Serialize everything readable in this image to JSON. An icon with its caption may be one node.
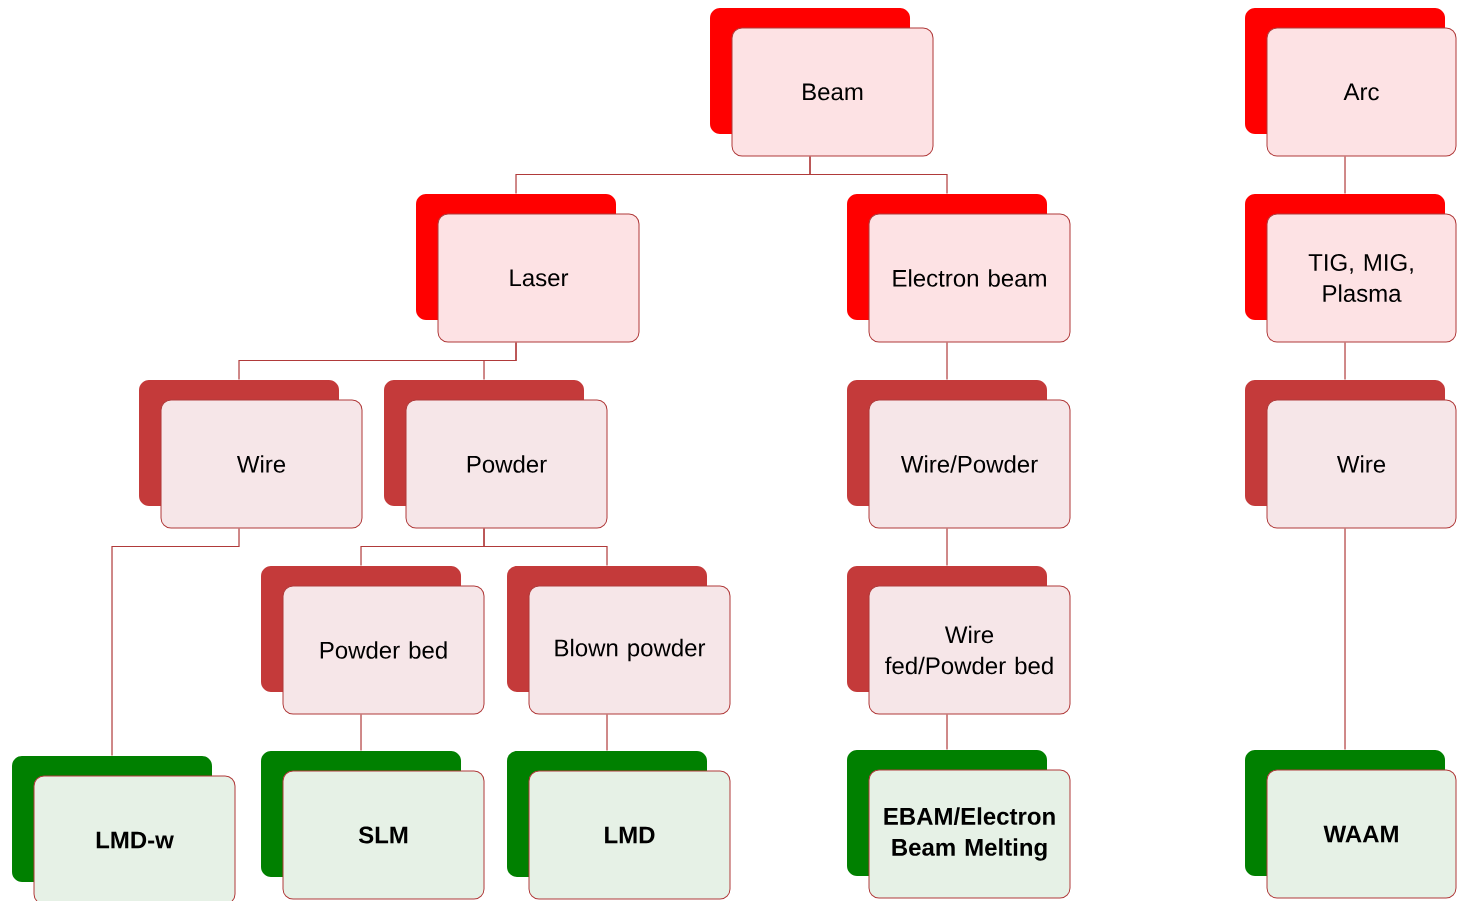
{
  "diagram": {
    "nodes": [
      {
        "text": [
          "Beam"
        ]
      },
      {
        "text": [
          "Arc"
        ]
      },
      {
        "text": [
          "Laser"
        ]
      },
      {
        "text": [
          "Electron beam"
        ]
      },
      {
        "text": [
          "TIG, MIG, Plasma"
        ]
      },
      {
        "text": [
          "Wire"
        ]
      },
      {
        "text": [
          "Powder"
        ]
      },
      {
        "text": [
          "Wire/Powder"
        ]
      },
      {
        "text": [
          "Wire"
        ]
      },
      {
        "text": [
          "Powder bed"
        ]
      },
      {
        "text": [
          "Blown powder"
        ]
      },
      {
        "text": [
          "Wire fed/Powder bed"
        ]
      },
      {
        "text": [
          "LMD-w"
        ]
      },
      {
        "text": [
          "SLM"
        ]
      },
      {
        "text": [
          "LMD"
        ]
      },
      {
        "text": [
          "EBAM/Electron Beam Melting"
        ]
      },
      {
        "text": [
          "WAAM"
        ]
      }
    ],
    "edges": [
      {
        "from": 0,
        "to": 2,
        "arrow": "none"
      },
      {
        "from": 0,
        "to": 3,
        "arrow": "none"
      },
      {
        "from": 1,
        "to": 4,
        "arrow": "none"
      },
      {
        "from": 2,
        "to": 5,
        "arrow": "none"
      },
      {
        "from": 2,
        "to": 6,
        "arrow": "none"
      },
      {
        "from": 3,
        "to": 7,
        "arrow": "none"
      },
      {
        "from": 4,
        "to": 8,
        "arrow": "none"
      },
      {
        "from": 5,
        "to": 12,
        "arrow": "none"
      },
      {
        "from": 6,
        "to": 9,
        "arrow": "none"
      },
      {
        "from": 6,
        "to": 10,
        "arrow": "none"
      },
      {
        "from": 7,
        "to": 11,
        "arrow": "none"
      },
      {
        "from": 8,
        "to": 16,
        "arrow": "none"
      },
      {
        "from": 9,
        "to": 13,
        "arrow": "none"
      },
      {
        "from": 10,
        "to": 14,
        "arrow": "none"
      },
      {
        "from": 11,
        "to": 15,
        "arrow": "none"
      }
    ]
  }
}
